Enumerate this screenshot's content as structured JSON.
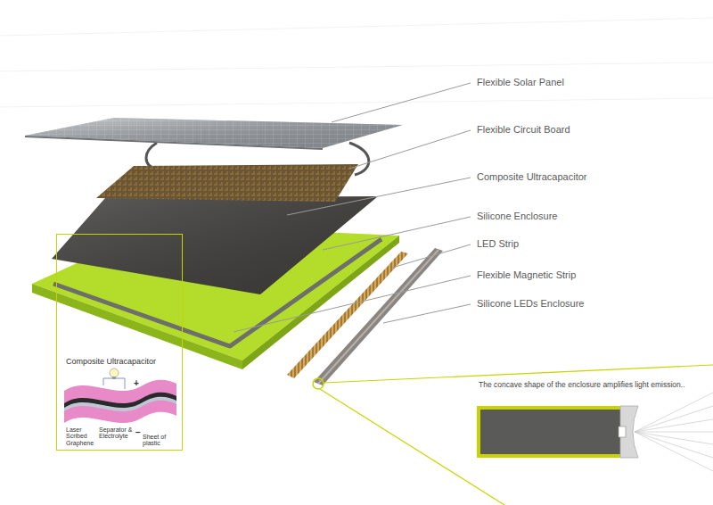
{
  "diagram": {
    "nodes": [
      {
        "text": [
          "Composite Ultracapacitor"
        ]
      },
      {
        "text": [
          "The concave shape of the enclosure amplifies light emission.."
        ]
      }
    ],
    "labels": [
      "Flexible Solar Panel",
      "Flexible Circuit Board",
      "Composite Ultracapacitor",
      "Silicone Enclosure",
      "LED Strip",
      "Flexible Magnetic Strip",
      "Silicone LEDs Enclosure",
      "Laser Scribed Graphene",
      "Separator & Electrolyte",
      "Sheet of plastic",
      "+",
      "−"
    ]
  }
}
